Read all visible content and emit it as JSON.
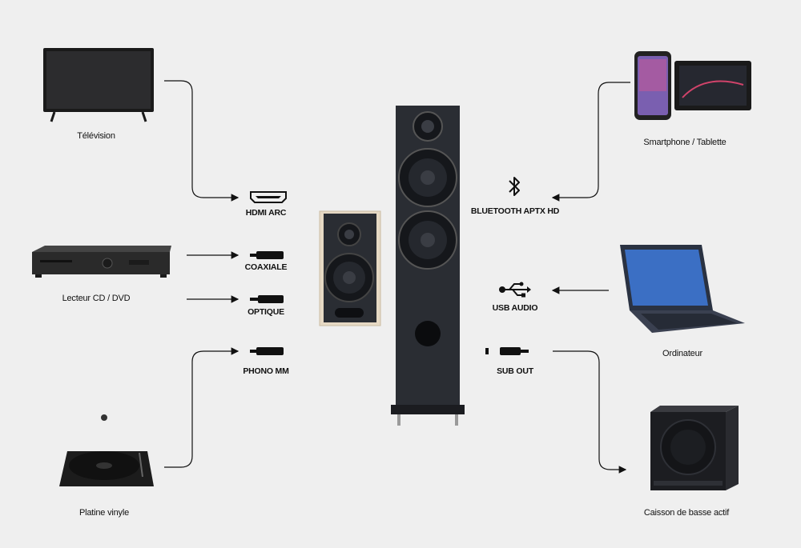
{
  "devices": {
    "tv": "Télévision",
    "cd": "Lecteur CD / DVD",
    "turntable": "Platine vinyle",
    "phone": "Smartphone / Tablette",
    "laptop": "Ordinateur",
    "subwoofer": "Caisson de basse actif"
  },
  "ports": {
    "hdmi": "HDMI ARC",
    "coax": "COAXIALE",
    "optical": "OPTIQUE",
    "phono": "PHONO MM",
    "bluetooth": "BLUETOOTH APTX HD",
    "usb": "USB AUDIO",
    "sub": "SUB OUT"
  },
  "icons": [
    "hdmi-icon",
    "coax-plug-icon",
    "optical-plug-icon",
    "phono-plug-icon",
    "bluetooth-icon",
    "usb-icon",
    "sub-plug-icon"
  ],
  "colors": {
    "background": "#efefef",
    "line": "#111111",
    "speaker": "#2a2d33",
    "cabinet_wood": "#e6d9c4"
  }
}
